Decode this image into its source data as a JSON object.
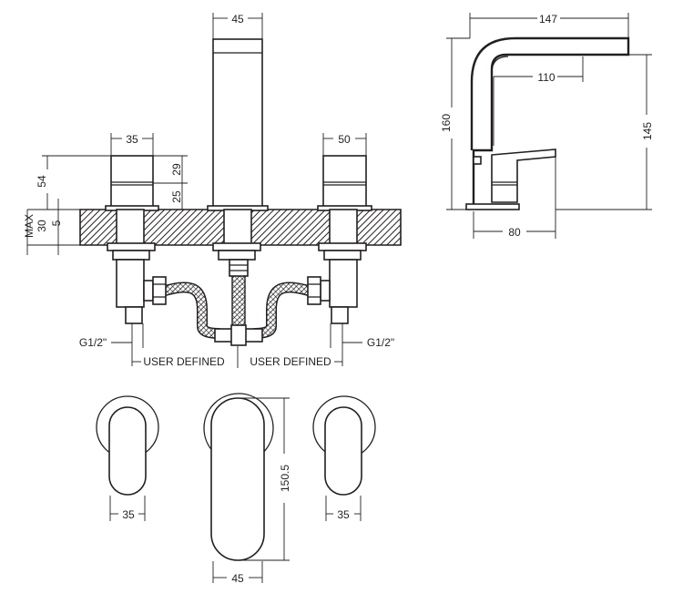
{
  "labels": {
    "spout_width": "45",
    "left_handle_width": "35",
    "right_handle_width": "50",
    "handle_height": "54",
    "handle_upper": "29",
    "handle_lower": "25",
    "max_deck": "MAX",
    "max_deck_value": "30",
    "deck_min": "5",
    "thread_left": "G1/2\"",
    "thread_right": "G1/2\"",
    "user_defined_left": "USER DEFINED",
    "user_defined_right": "USER DEFINED",
    "side_total_reach": "147",
    "side_total_height": "160",
    "side_spout_reach": "110",
    "side_outlet_height": "145",
    "side_base": "80",
    "plan_left_handle": "35",
    "plan_right_handle": "35",
    "plan_spout_width": "45",
    "plan_spout_length": "150.5"
  },
  "colors": {
    "line": "#231f20",
    "background": "#ffffff"
  }
}
